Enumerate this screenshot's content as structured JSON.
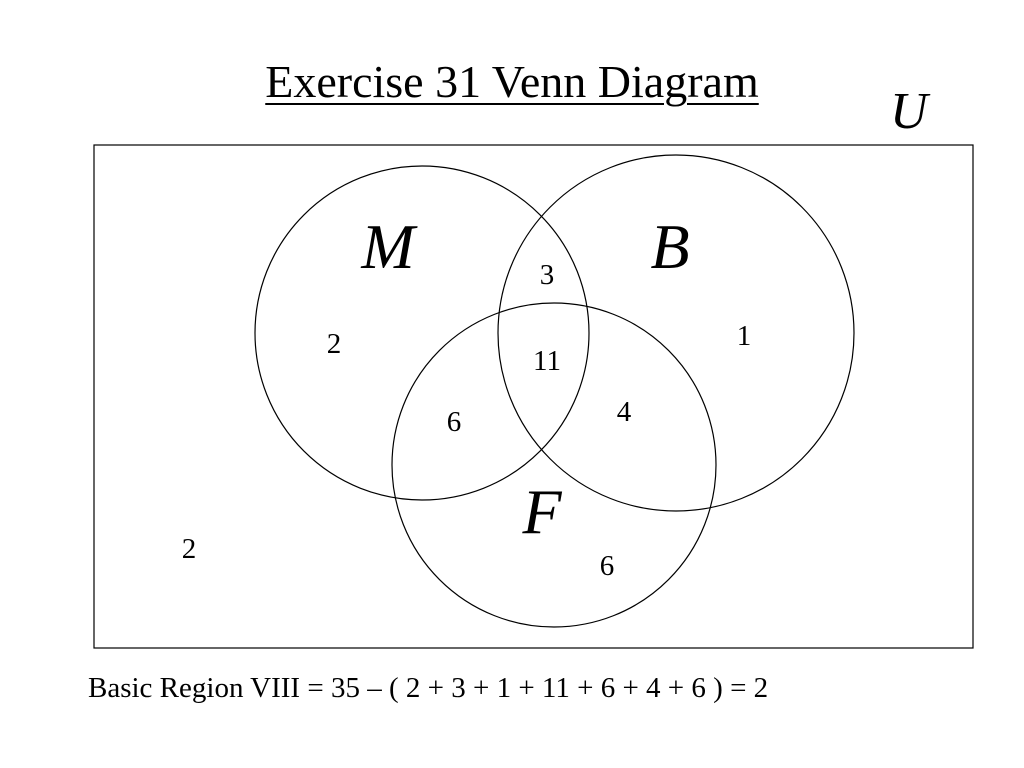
{
  "title": "Exercise 31 Venn Diagram",
  "universe_label": "U",
  "sets": {
    "m": "M",
    "b": "B",
    "f": "F"
  },
  "regions": {
    "m_only": "2",
    "m_and_b_only": "3",
    "b_only": "1",
    "m_b_f": "11",
    "m_and_f_only": "6",
    "b_and_f_only": "4",
    "f_only": "6",
    "outside": "2"
  },
  "equation": "Basic Region VIII = 35 – ( 2 + 3 + 1 + 11 + 6 + 4 + 6 ) = 2"
}
